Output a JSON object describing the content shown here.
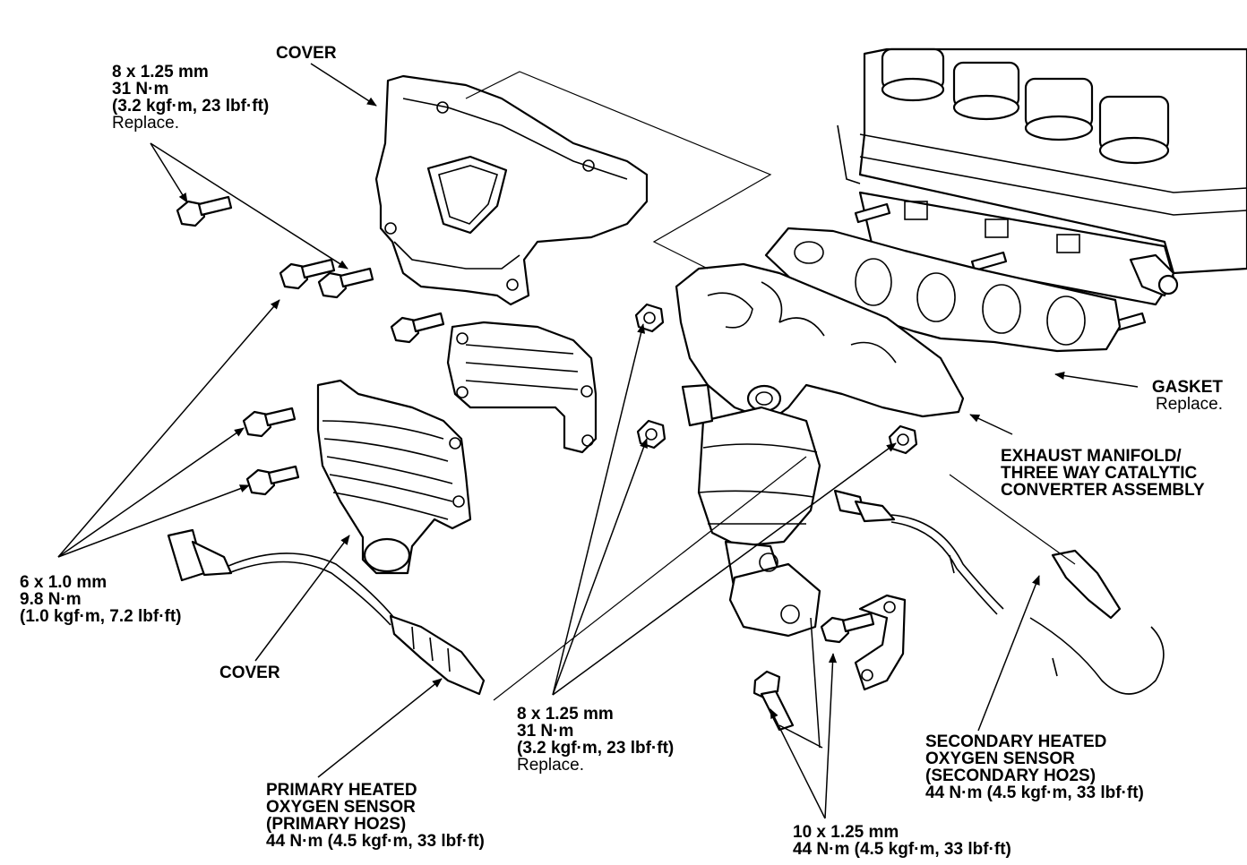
{
  "labels": {
    "cover_top": "COVER",
    "bolt_top": {
      "size": "8 x 1.25 mm",
      "torque": "31 N·m",
      "torque_alt": "(3.2 kgf·m, 23 lbf·ft)",
      "note": "Replace."
    },
    "bolt_left": {
      "size": "6 x 1.0 mm",
      "torque": "9.8 N·m",
      "torque_alt": "(1.0 kgf·m, 7.2 lbf·ft)"
    },
    "cover_bottom": "COVER",
    "nut_center": {
      "size": "8 x 1.25 mm",
      "torque": "31 N·m",
      "torque_alt": "(3.2 kgf·m, 23 lbf·ft)",
      "note": "Replace."
    },
    "primary_sensor": {
      "line1": "PRIMARY HEATED",
      "line2": "OXYGEN SENSOR",
      "line3": "(PRIMARY HO2S)",
      "torque": "44 N·m (4.5 kgf·m, 33 lbf·ft)"
    },
    "bolt_bottom": {
      "size": "10 x 1.25 mm",
      "torque": "44 N·m (4.5 kgf·m, 33 lbf·ft)"
    },
    "secondary_sensor": {
      "line1": "SECONDARY HEATED",
      "line2": "OXYGEN SENSOR",
      "line3": "(SECONDARY HO2S)",
      "torque": "44 N·m (4.5 kgf·m, 33 lbf·ft)"
    },
    "gasket": {
      "name": "GASKET",
      "note": "Replace."
    },
    "manifold": {
      "line1": "EXHAUST MANIFOLD/",
      "line2": "THREE WAY CATALYTIC",
      "line3": "CONVERTER ASSEMBLY"
    }
  }
}
